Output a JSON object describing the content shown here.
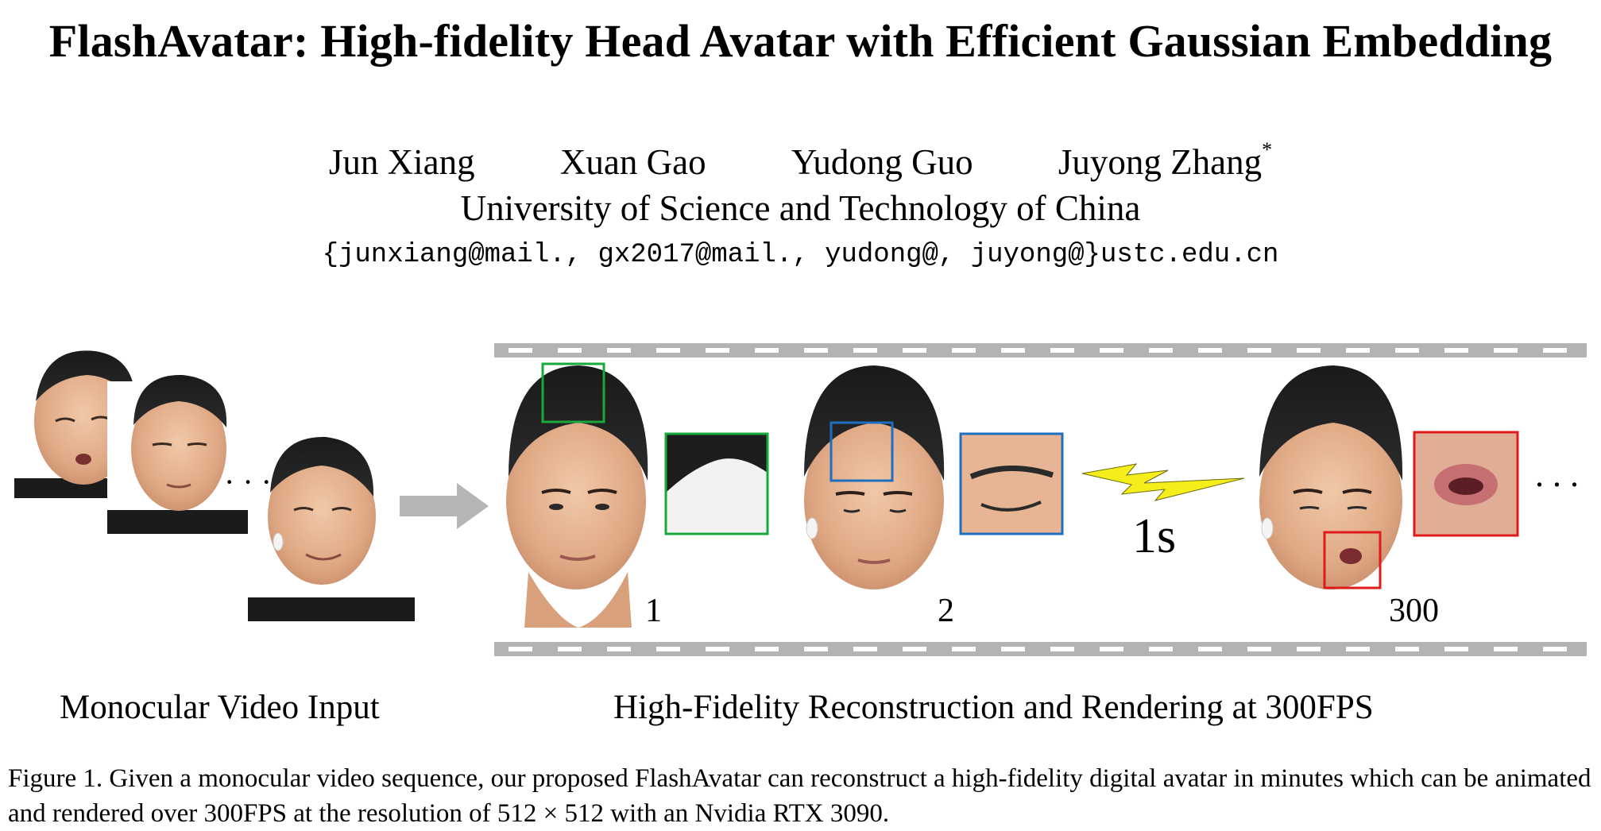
{
  "paper": {
    "title": "FlashAvatar: High-fidelity Head Avatar with Efficient Gaussian Embedding",
    "authors": [
      {
        "name": "Jun Xiang",
        "mark": ""
      },
      {
        "name": "Xuan Gao",
        "mark": ""
      },
      {
        "name": "Yudong Guo",
        "mark": ""
      },
      {
        "name": "Juyong Zhang",
        "mark": "*"
      }
    ],
    "affiliation": "University of Science and Technology of China",
    "emails": "{junxiang@mail., gx2017@mail., yudong@, juyong@}ustc.edu.cn"
  },
  "figure": {
    "frame_numbers": [
      "1",
      "2",
      "300"
    ],
    "time_label": "1s",
    "ellipsis": ". . .",
    "input_label": "Monocular Video Input",
    "output_label": "High-Fidelity Reconstruction and Rendering at 300FPS",
    "colors": {
      "green_box": "#1aa83c",
      "blue_box": "#1f6fc0",
      "red_box": "#e01a1a",
      "film_strip": "#b3b3b3",
      "lightning": "#f5ee1a",
      "arrow": "#b5b5b5"
    }
  },
  "caption": "Figure 1. Given a monocular video sequence, our proposed FlashAvatar can reconstruct a high-fidelity digital avatar in minutes which can be animated and rendered over 300FPS at the resolution of 512 × 512 with an Nvidia RTX 3090."
}
